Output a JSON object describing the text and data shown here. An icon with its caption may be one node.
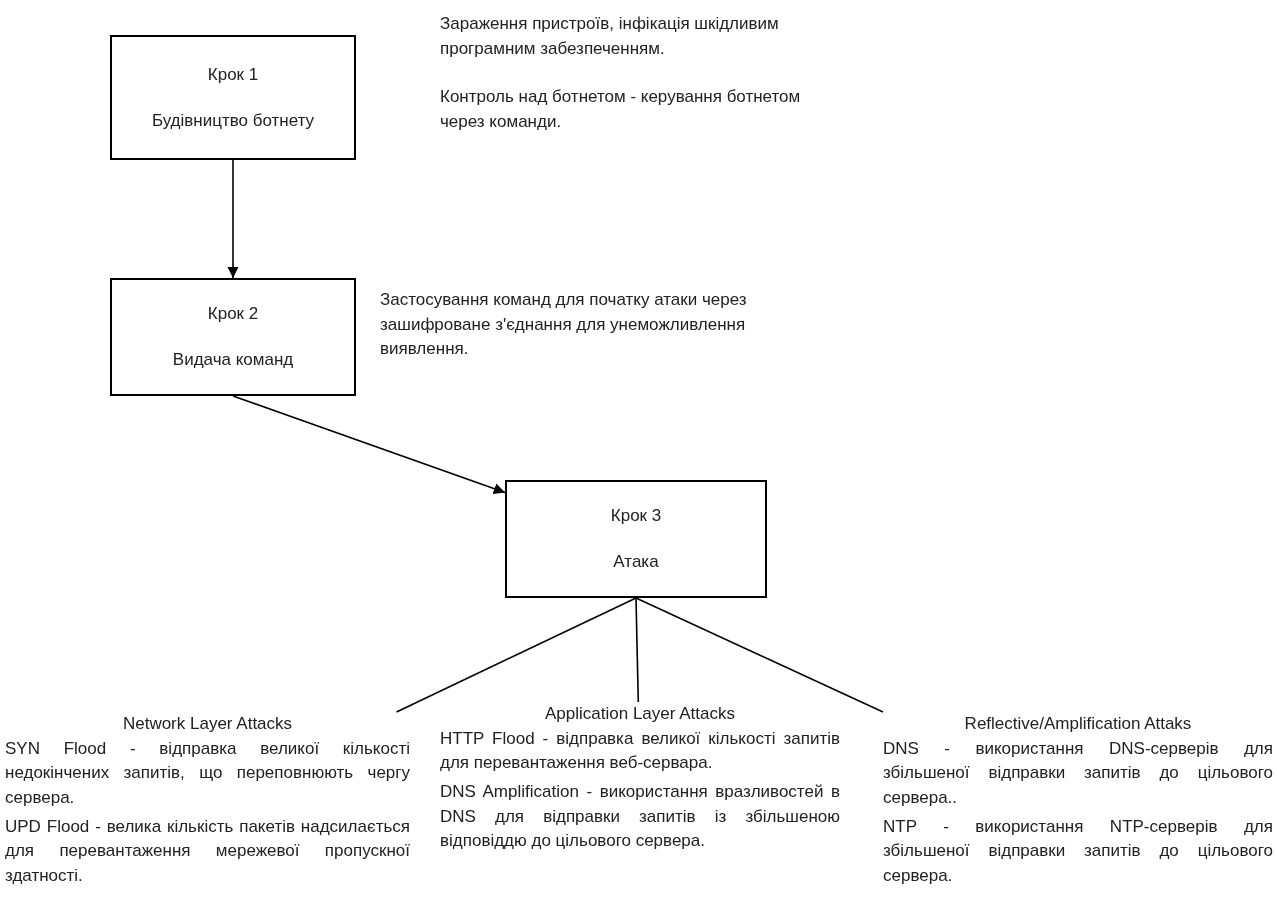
{
  "diagram": {
    "nodes": [
      {
        "text": [
          "Крок 1",
          "Будівництво ботнету"
        ],
        "beside": [
          "Зараження пристроїв, інфікація шкідливим програмним забезпеченням.",
          "Контроль над ботнетом - керування ботнетом через команди."
        ]
      },
      {
        "text": [
          "Крок 2",
          "Видача команд"
        ],
        "beside": [
          "Застосування команд для початку атаки через зашифроване з'єднання для унеможливлення виявлення."
        ]
      },
      {
        "text": [
          "Крок 3",
          "Атака"
        ]
      },
      {
        "text": [
          "Network Layer Attacks",
          "SYN Flood - відправка великої кількості недокінчених запитів, що переповнюють чергу сервера.",
          "UPD Flood - велика кількість пакетів надсилається для перевантаження мережевої пропускної здатності."
        ]
      },
      {
        "text": [
          "Application Layer Attacks",
          "HTTP Flood - відправка великої кількості запитів для перевантаження веб-сервара.",
          "DNS Amplification - використання вразливостей в DNS для відправки запитів із збільшеною відповіддю до цільового сервера."
        ]
      },
      {
        "text": [
          "Reflective/Amplification Attaks",
          "DNS - використання DNS-серверів для збільшеної відправки запитів до цільового сервера..",
          "NTP - використання NTP-серверів для збільшеної відправки запитів до цільового сервера."
        ]
      }
    ],
    "edges": [
      {
        "from": 0,
        "to": 1,
        "arrow": "to"
      },
      {
        "from": 1,
        "to": 2,
        "arrow": "to"
      },
      {
        "from": 2,
        "to": 3,
        "arrow": "none"
      },
      {
        "from": 2,
        "to": 4,
        "arrow": "none"
      },
      {
        "from": 2,
        "to": 5,
        "arrow": "none"
      }
    ]
  }
}
